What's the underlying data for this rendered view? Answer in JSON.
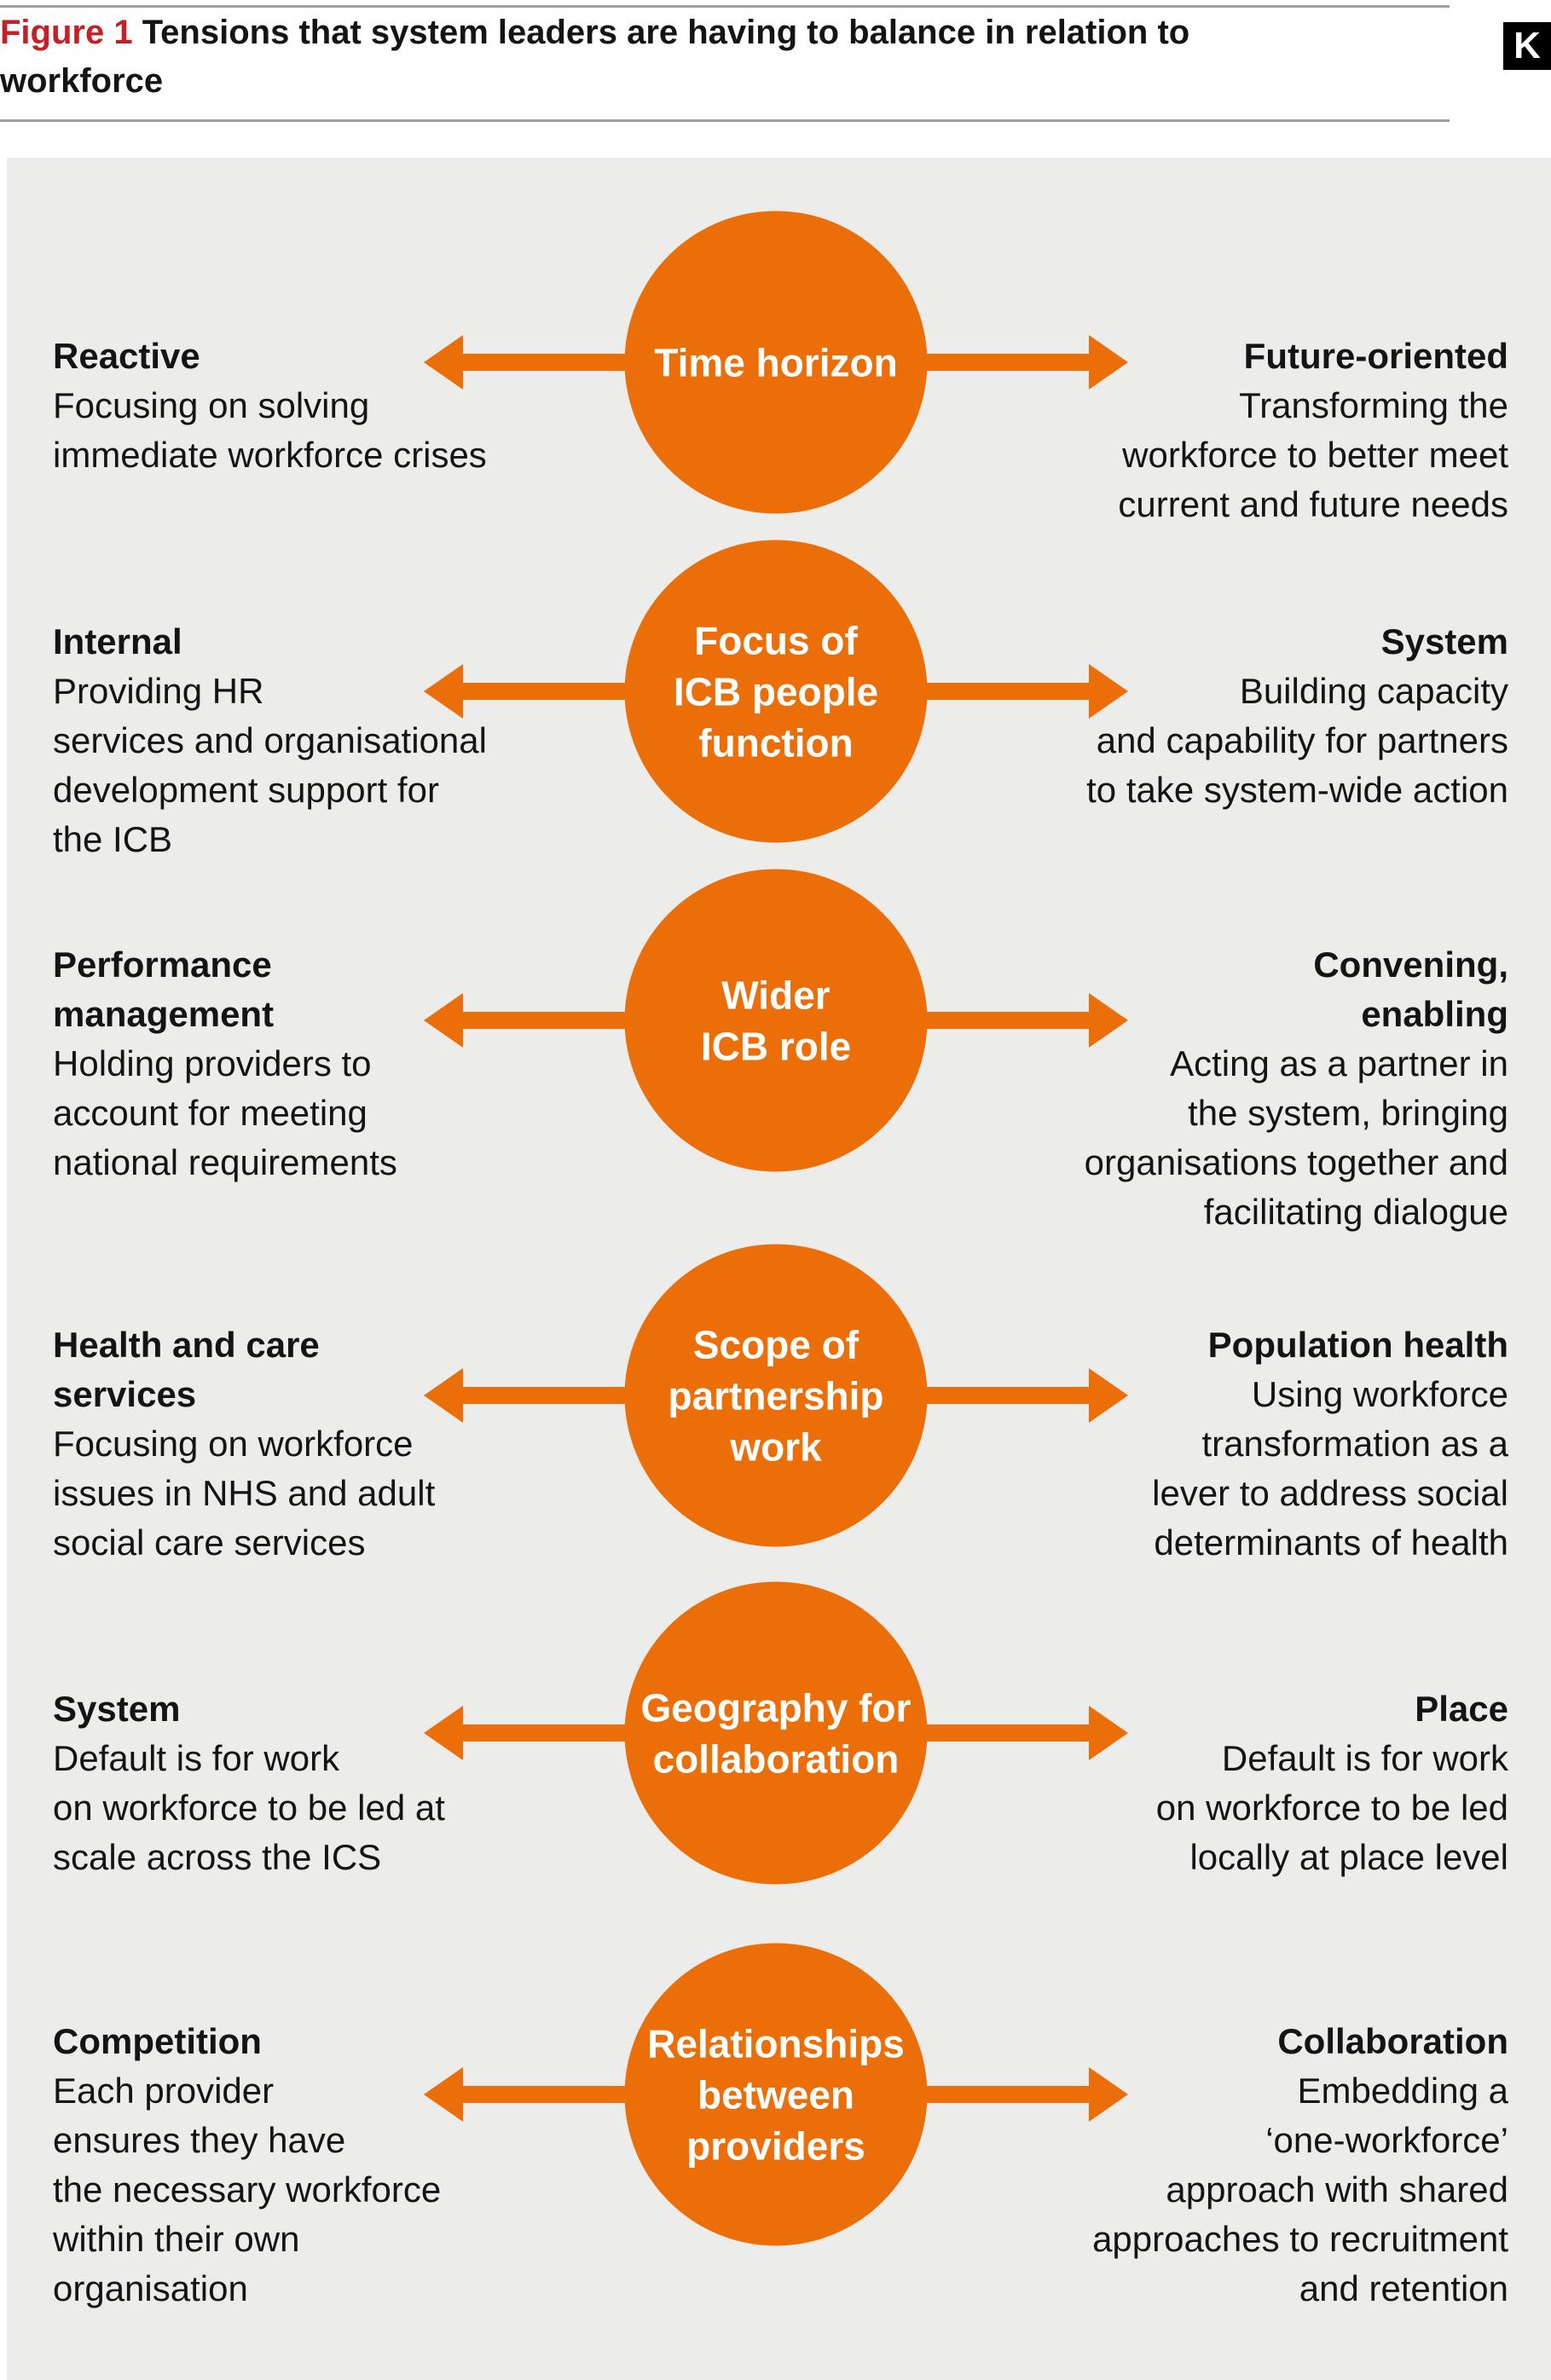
{
  "header": {
    "figure_label": "Figure 1",
    "title": "Tensions that system leaders are having to balance in relation to\nworkforce",
    "logo_letter": "K"
  },
  "colors": {
    "accent_orange": "#EB6E09",
    "panel_background": "#ECECEB",
    "figure_label_red": "#C42026",
    "text_black": "#141414",
    "rule_gray": "#9E9E9E",
    "circle_text": "#FFFFFF"
  },
  "rows": [
    {
      "center_label": "Time horizon",
      "left": {
        "heading": "Reactive",
        "body": "Focusing on solving\nimmediate workforce crises"
      },
      "right": {
        "heading": "Future-oriented",
        "body": "Transforming the\nworkforce to better meet\ncurrent and future needs"
      }
    },
    {
      "center_label": "Focus of\nICB people\nfunction",
      "left": {
        "heading": "Internal",
        "body": "Providing HR\nservices and organisational\ndevelopment support for\nthe ICB"
      },
      "right": {
        "heading": "System",
        "body": "Building capacity\nand capability for partners\nto take system-wide action"
      }
    },
    {
      "center_label": "Wider\nICB role",
      "left": {
        "heading": "Performance\nmanagement",
        "body": "Holding providers to\naccount for meeting\nnational requirements"
      },
      "right": {
        "heading": "Convening,\nenabling",
        "body": "Acting as a partner in\nthe system, bringing\norganisations together and\nfacilitating dialogue"
      }
    },
    {
      "center_label": "Scope of\npartnership\nwork",
      "left": {
        "heading": "Health and care\nservices",
        "body": "Focusing on workforce\nissues in NHS and adult\nsocial care services"
      },
      "right": {
        "heading": "Population health",
        "body": "Using workforce\ntransformation as a\nlever to address social\ndeterminants of health"
      }
    },
    {
      "center_label": "Geography for\ncollaboration",
      "left": {
        "heading": "System",
        "body": "Default is for work\non workforce to be led at\nscale across the ICS"
      },
      "right": {
        "heading": "Place",
        "body": "Default is for work\non workforce to be led\nlocally at place level"
      }
    },
    {
      "center_label": "Relationships\nbetween\nproviders",
      "left": {
        "heading": "Competition",
        "body": "Each provider\nensures they have\nthe necessary workforce\nwithin their own\norganisation"
      },
      "right": {
        "heading": "Collaboration",
        "body": "Embedding a\n‘one-workforce’\napproach with shared\napproaches to recruitment\nand retention"
      }
    }
  ]
}
